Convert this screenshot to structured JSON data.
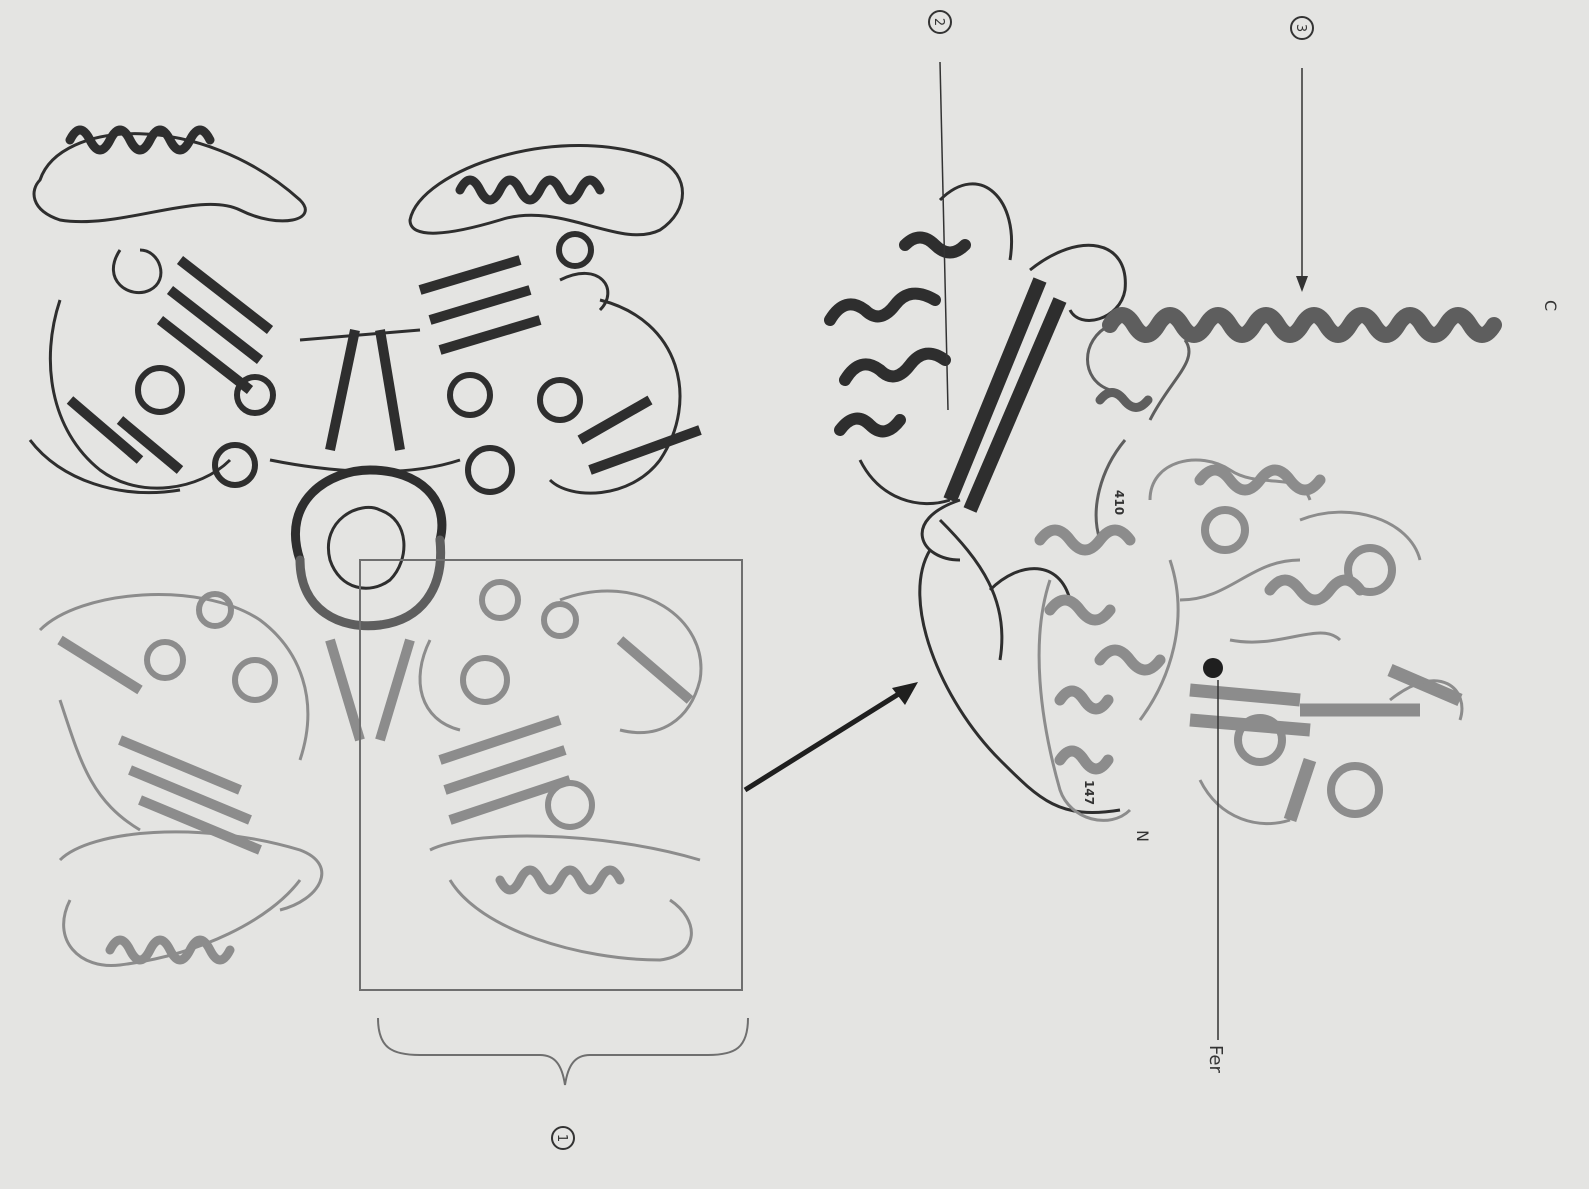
{
  "labels": {
    "circle_1": "1",
    "circle_2": "2",
    "circle_3": "3",
    "c_terminus": "C",
    "n_terminus": "N",
    "residue_top": "410",
    "residue_bottom": "147",
    "iron": "Fer"
  },
  "colors": {
    "background": "#e4e4e2",
    "dark_domain": "#2e2e2e",
    "mid_domain": "#5e5e5e",
    "light_domain": "#8c8c8c"
  }
}
